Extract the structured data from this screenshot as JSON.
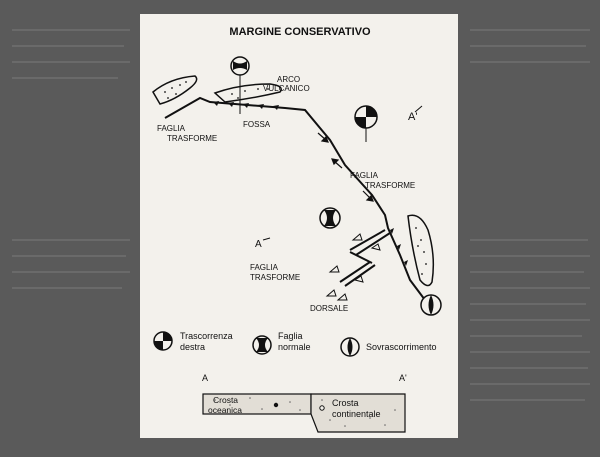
{
  "title": "MARGINE CONSERVATIVO",
  "labels": {
    "arco": "ARCO",
    "vulcanico": "VULCANICO",
    "fossa": "FOSSA",
    "faglia_trasforme_1": [
      "FAGLIA",
      "TRASFORME"
    ],
    "faglia_trasforme_2": [
      "FAGLIA",
      "TRASFORME"
    ],
    "faglia_trasforme_3": [
      "FAGLIA",
      "TRASFORME"
    ],
    "dorsale": "DORSALE",
    "a_prime_top": "A'",
    "a_bottom": "A",
    "a_prime_bottom": "A'",
    "crosta_oceanica": [
      "Crosta",
      "oceanica"
    ],
    "crosta_continentale": [
      "Crosta",
      "continentale"
    ]
  },
  "legend": {
    "trascorrenza": [
      "Trascorrenza",
      "destra"
    ],
    "faglia_normale": [
      "Faglia",
      "normale"
    ],
    "sovrascorrimento": "Sovrascorrimento"
  },
  "colors": {
    "page_bg": "#5a5a5a",
    "panel_bg": "#f3f1ec",
    "ink": "#111111"
  }
}
